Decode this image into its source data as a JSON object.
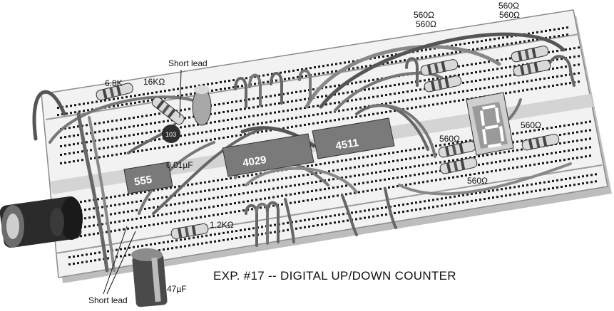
{
  "caption": "EXP. #17 -- DIGITAL UP/DOWN COUNTER",
  "chips": {
    "ic555": "555",
    "ic4029": "4029",
    "ic4511": "4511"
  },
  "labels": {
    "r_6_8k": "6.8K",
    "r_16k": "16KΩ",
    "short_lead_top": "Short lead",
    "short_lead_bottom": "Short lead",
    "cap_103": "103",
    "cap_001uf": "0.01µF",
    "r_1_2k": "1.2KΩ",
    "cap_47uf": "47µF",
    "r_560_top_a1": "560Ω",
    "r_560_top_a2": "560Ω",
    "r_560_top_b1": "560Ω",
    "r_560_top_b2": "560Ω",
    "r_560_mid_a": "560Ω",
    "r_560_mid_b": "560Ω",
    "r_560_right": "560Ω"
  },
  "colors": {
    "board": "#f2f2f2",
    "board_edge": "#9a9a9a",
    "hole": "#1a1a1a",
    "chip": "#7a7a7a",
    "wire": "#6e6e6e",
    "resistor": "#d9d9d9"
  }
}
